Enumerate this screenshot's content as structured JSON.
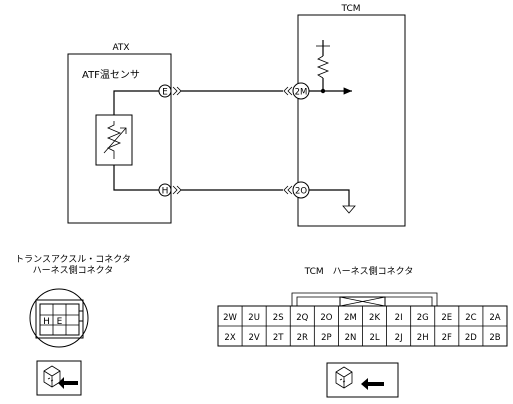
{
  "modules": {
    "atx": "ATX",
    "tcm": "TCM"
  },
  "sensor": {
    "label": "ATF温センサ"
  },
  "pins": {
    "atx_top": "E",
    "atx_bottom": "H",
    "tcm_top": "2M",
    "tcm_bottom": "2O"
  },
  "connectors": {
    "transaxle": {
      "title_line1": "トランスアクスル・コネクタ",
      "title_line2": "ハーネス側コネクタ",
      "cells": [
        "H",
        "E"
      ]
    },
    "tcm": {
      "title": "TCM　ハーネス側コネクタ",
      "row1": [
        "2W",
        "2U",
        "2S",
        "2Q",
        "2O",
        "2M",
        "2K",
        "2I",
        "2G",
        "2E",
        "2C",
        "2A"
      ],
      "row2": [
        "2X",
        "2V",
        "2T",
        "2R",
        "2P",
        "2N",
        "2L",
        "2J",
        "2H",
        "2F",
        "2D",
        "2B"
      ]
    }
  }
}
